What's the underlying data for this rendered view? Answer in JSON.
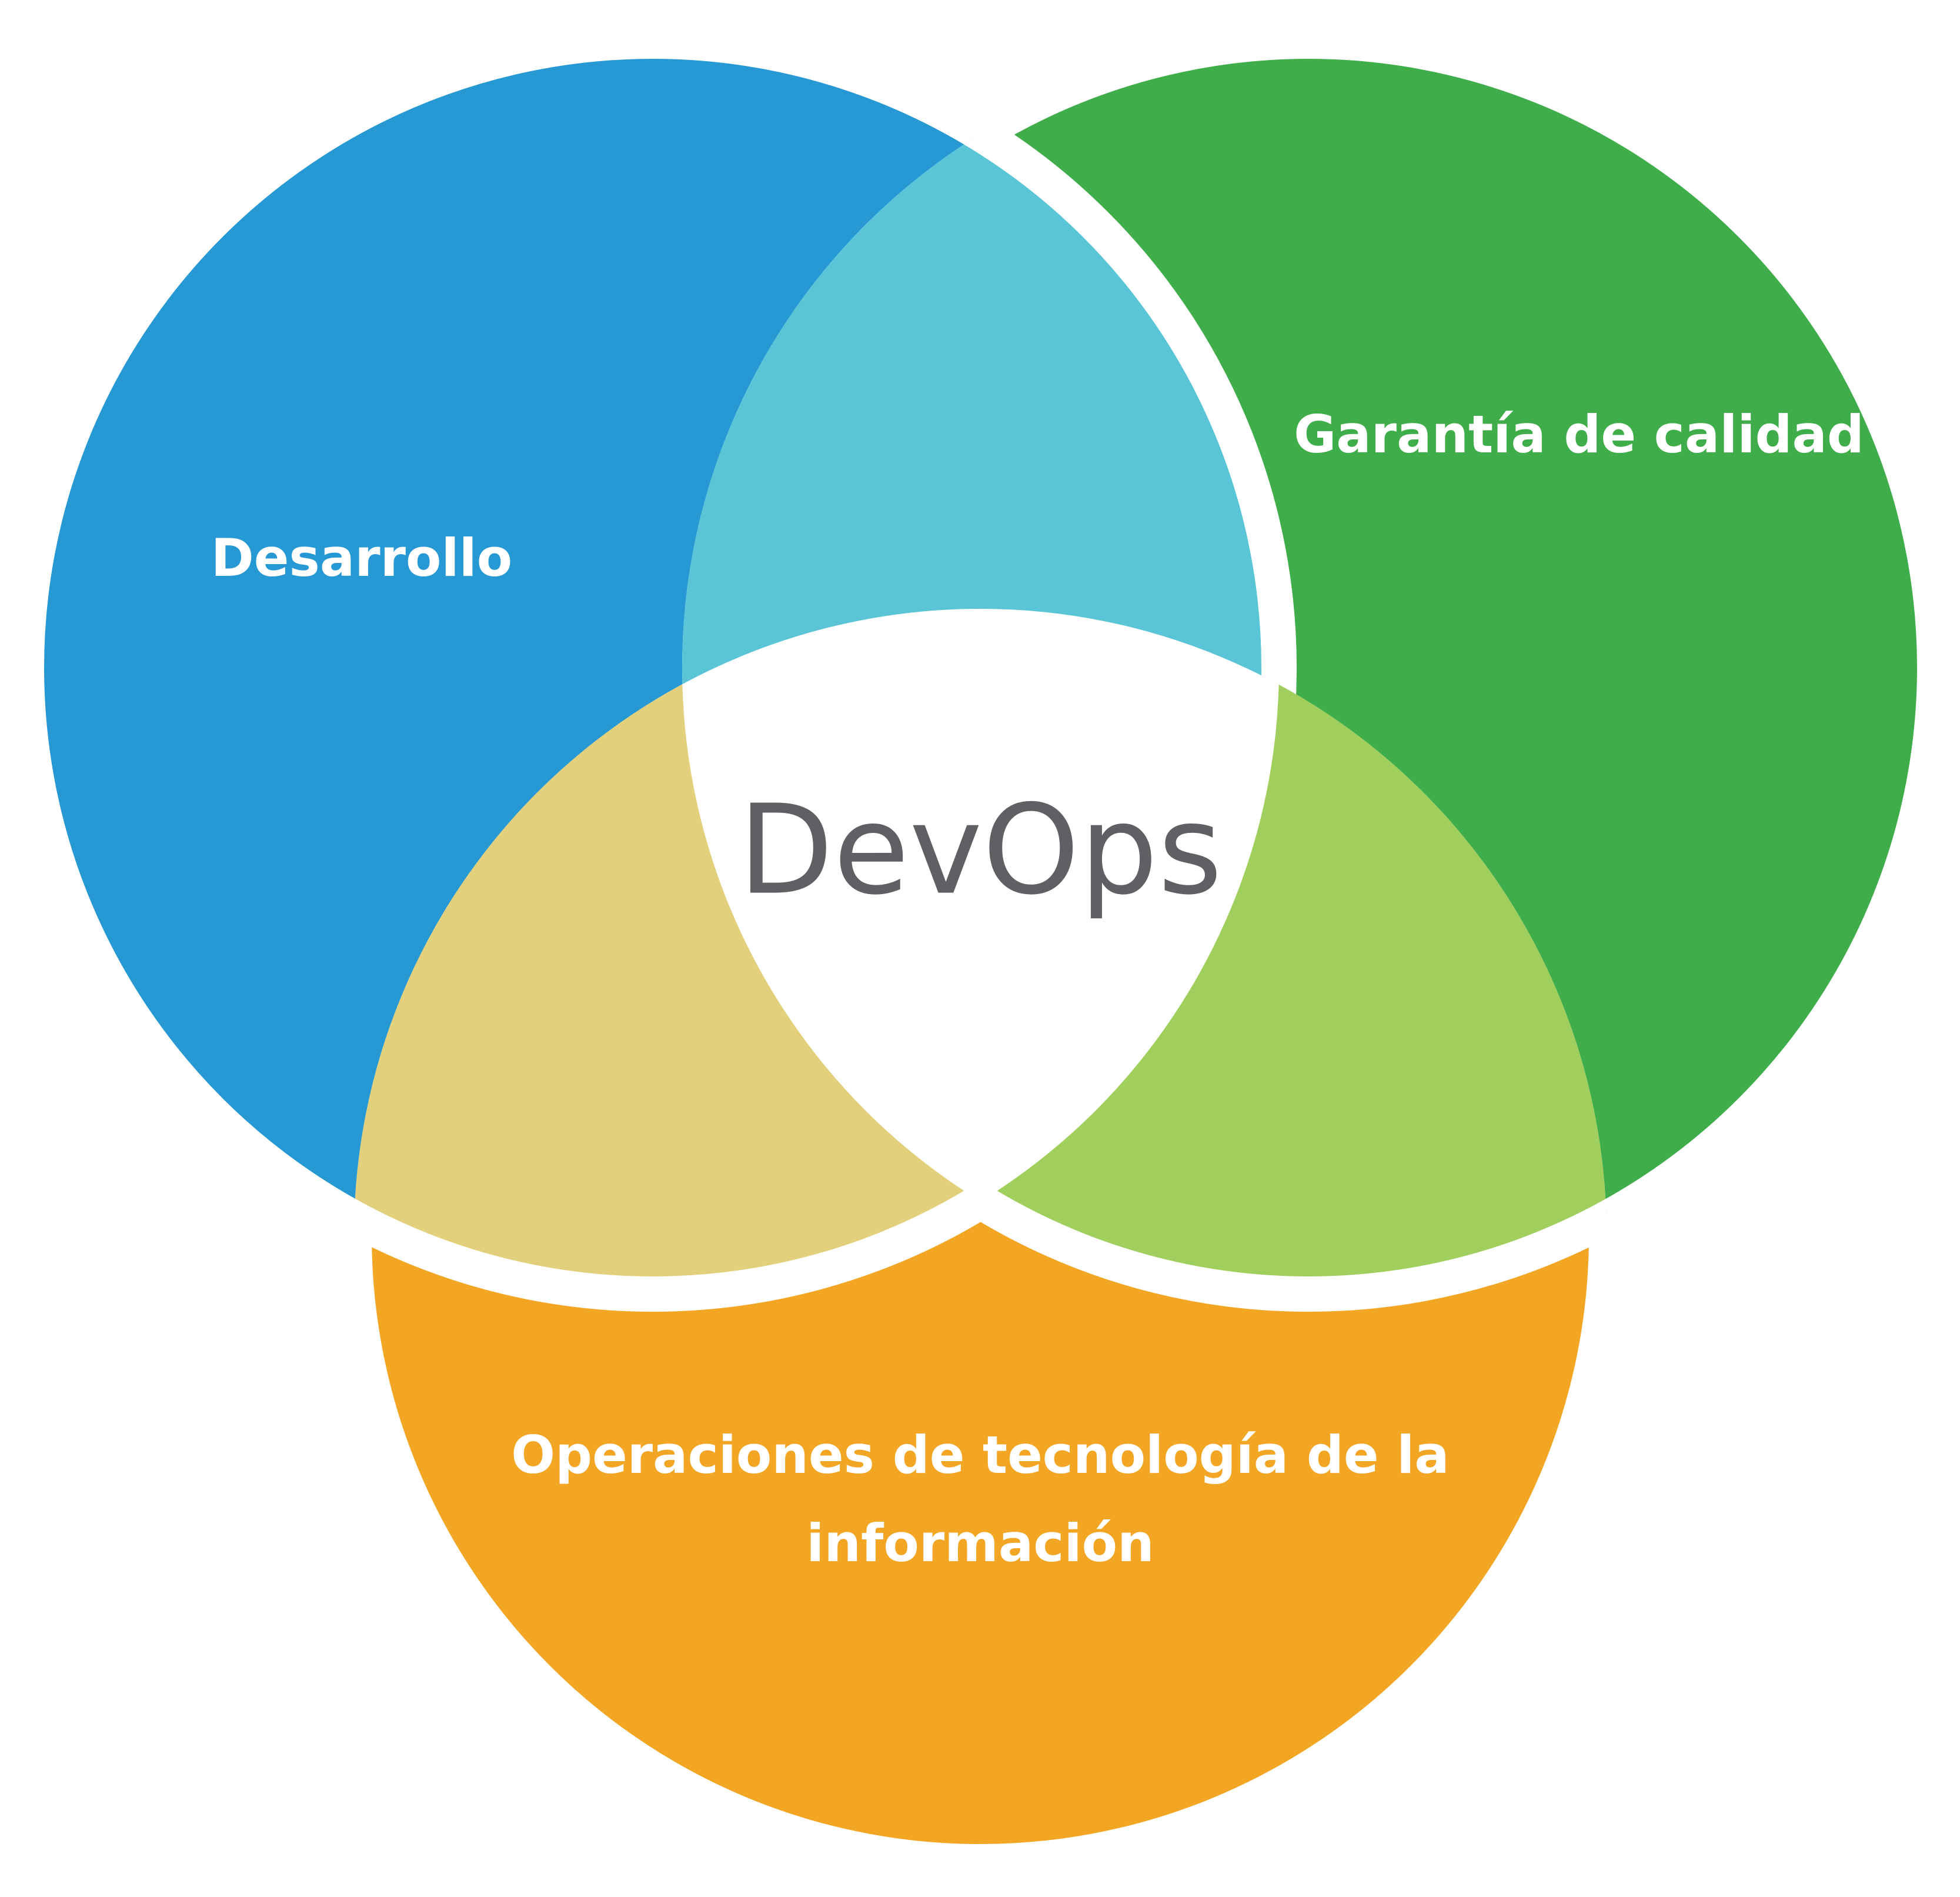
{
  "diagram": {
    "center_label": "DevOps",
    "circles": [
      {
        "id": "dev",
        "label": "Desarrollo",
        "color": "#2699D5"
      },
      {
        "id": "qa",
        "label": "Garantía de calidad",
        "color": "#40AD4B"
      },
      {
        "id": "ops",
        "label_lines": [
          "Operaciones de tecnología de la",
          "información"
        ],
        "color": "#F2A623"
      }
    ],
    "overlaps": {
      "dev_qa": "#5BC5D8",
      "dev_ops": "#E3D07C",
      "qa_ops": "#A0CF5D"
    }
  }
}
